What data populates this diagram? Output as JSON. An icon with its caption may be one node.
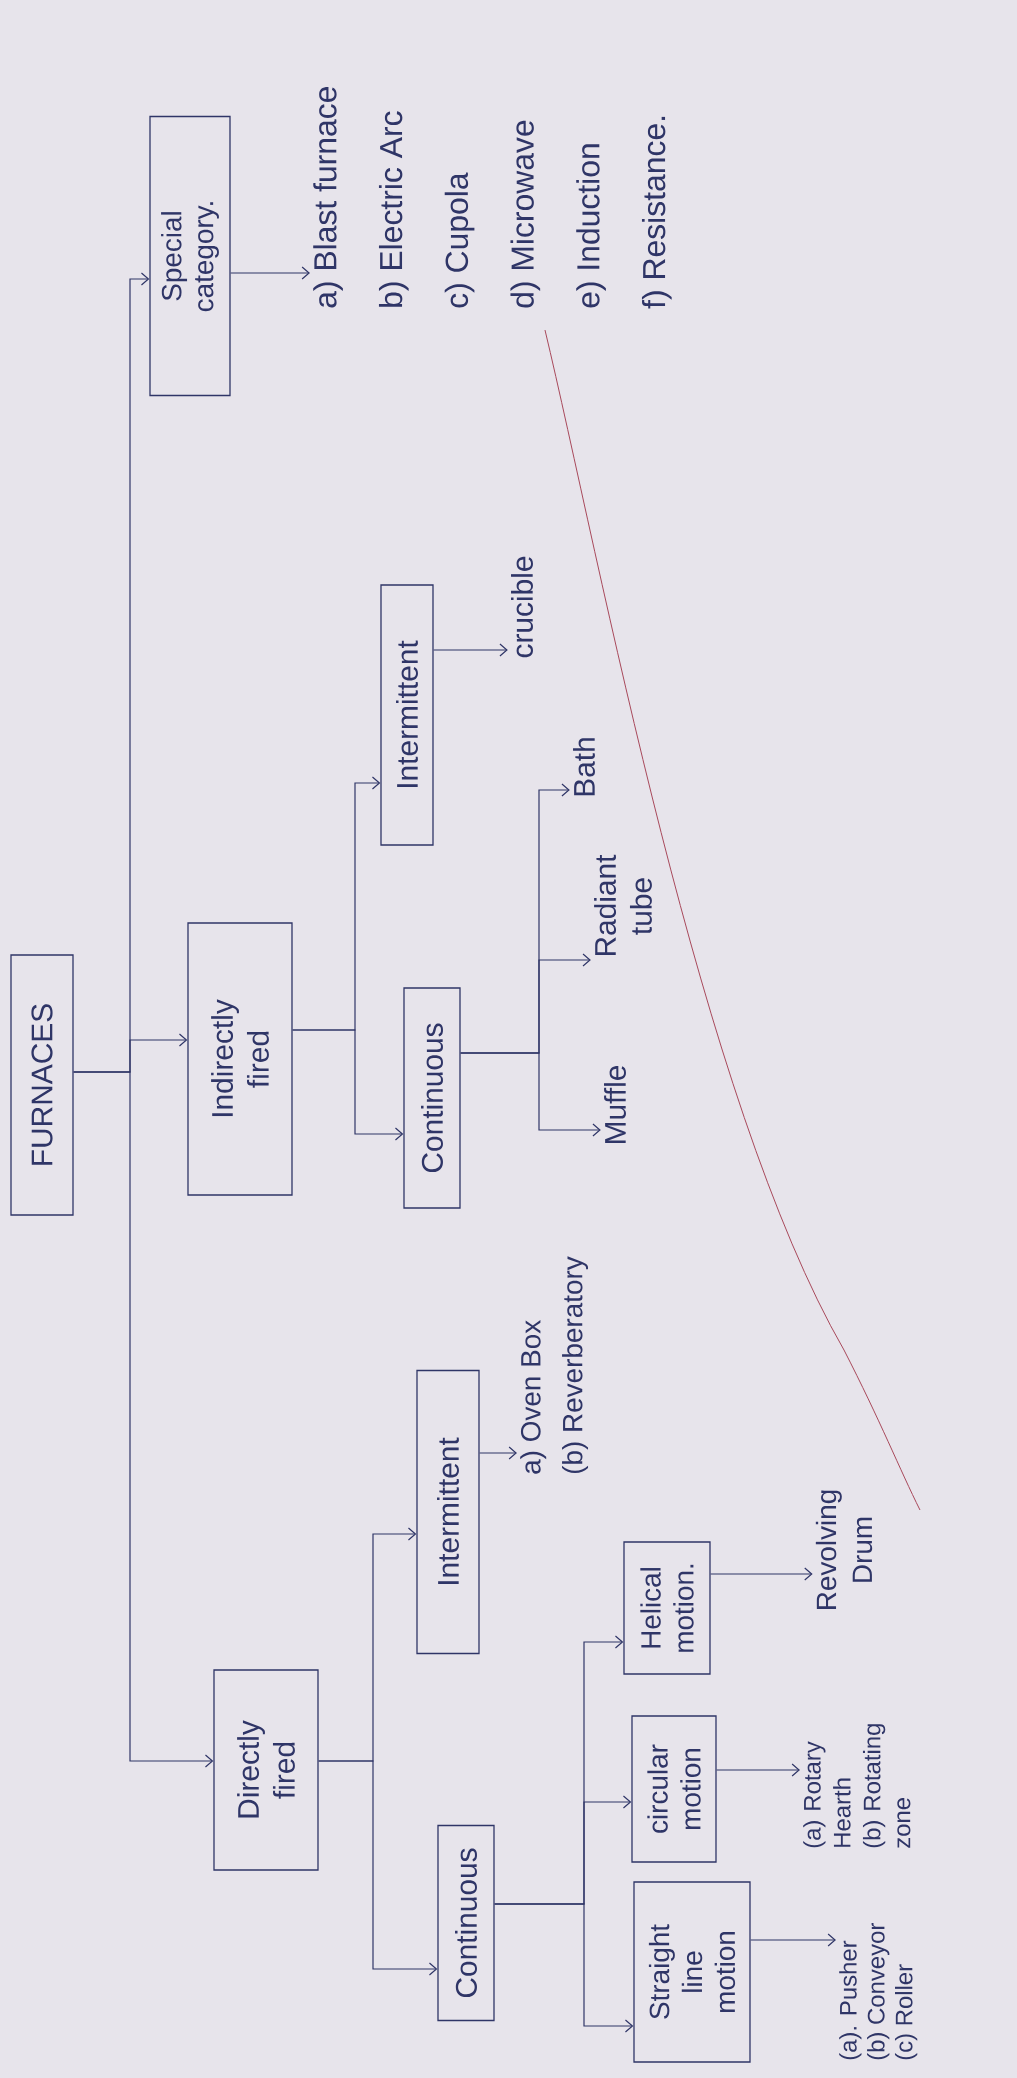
{
  "diagram": {
    "nodes": [
      {
        "text": [
          "FURNACES"
        ]
      },
      {
        "text": [
          "Directly fired"
        ]
      },
      {
        "text": [
          "Indirectly fired"
        ]
      },
      {
        "text": [
          "Special category."
        ]
      },
      {
        "text": [
          "Continuous"
        ]
      },
      {
        "text": [
          "Intermittent"
        ]
      },
      {
        "text": [
          "Continuous"
        ]
      },
      {
        "text": [
          "Intermittent"
        ]
      },
      {
        "text": [
          "Straight line motion"
        ]
      },
      {
        "text": [
          "circular motion"
        ]
      },
      {
        "text": [
          "Helical motion."
        ]
      },
      {
        "text": [
          "a) Oven Box",
          "(b) Reverberatory"
        ]
      },
      {
        "text": [
          "Muffle"
        ]
      },
      {
        "text": [
          "Radiant tube"
        ]
      },
      {
        "text": [
          "Bath"
        ]
      },
      {
        "text": [
          "crucible"
        ]
      },
      {
        "text": [
          "a) Blast furnace",
          "b) Electric Arc",
          "c) Cupola",
          "d) Microwave",
          "e) Induction",
          "f) Resistance."
        ]
      },
      {
        "text": [
          "(a). Pusher",
          "(b) Conveyor",
          "(c) Roller"
        ]
      },
      {
        "text": [
          "(a) Rotary Hearth",
          "(b) Rotating zone"
        ]
      },
      {
        "text": [
          "Revolving Drum"
        ]
      }
    ],
    "edges": [
      {
        "from": 0,
        "to": 1,
        "arrow": "to"
      },
      {
        "from": 0,
        "to": 2,
        "arrow": "to"
      },
      {
        "from": 0,
        "to": 3,
        "arrow": "to"
      },
      {
        "from": 1,
        "to": 4,
        "arrow": "to"
      },
      {
        "from": 1,
        "to": 5,
        "arrow": "to"
      },
      {
        "from": 2,
        "to": 6,
        "arrow": "to"
      },
      {
        "from": 2,
        "to": 7,
        "arrow": "to"
      },
      {
        "from": 4,
        "to": 8,
        "arrow": "to"
      },
      {
        "from": 4,
        "to": 9,
        "arrow": "to"
      },
      {
        "from": 4,
        "to": 10,
        "arrow": "to"
      },
      {
        "from": 6,
        "to": 12,
        "arrow": "to"
      },
      {
        "from": 6,
        "to": 13,
        "arrow": "to"
      },
      {
        "from": 6,
        "to": 14,
        "arrow": "to"
      },
      {
        "from": 3,
        "to": 16,
        "arrow": "to"
      },
      {
        "from": 5,
        "to": 11,
        "arrow": "to"
      },
      {
        "from": 7,
        "to": 15,
        "arrow": "to"
      },
      {
        "from": 8,
        "to": 17,
        "arrow": "to"
      },
      {
        "from": 9,
        "to": 18,
        "arrow": "to"
      },
      {
        "from": 10,
        "to": 19,
        "arrow": "to"
      }
    ]
  }
}
